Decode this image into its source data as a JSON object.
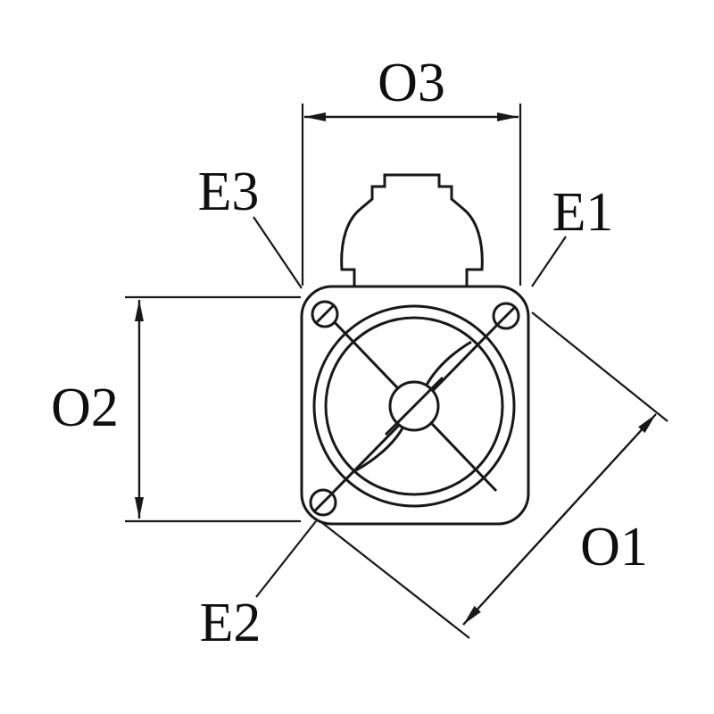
{
  "page": {
    "background": "#ffffff",
    "line_color": "#181818",
    "text_color": "#0f0f0f"
  },
  "diagram": {
    "labels": {
      "o1": "O1",
      "o2": "O2",
      "o3": "O3",
      "e1": "E1",
      "e2": "E2",
      "e3": "E3"
    }
  }
}
